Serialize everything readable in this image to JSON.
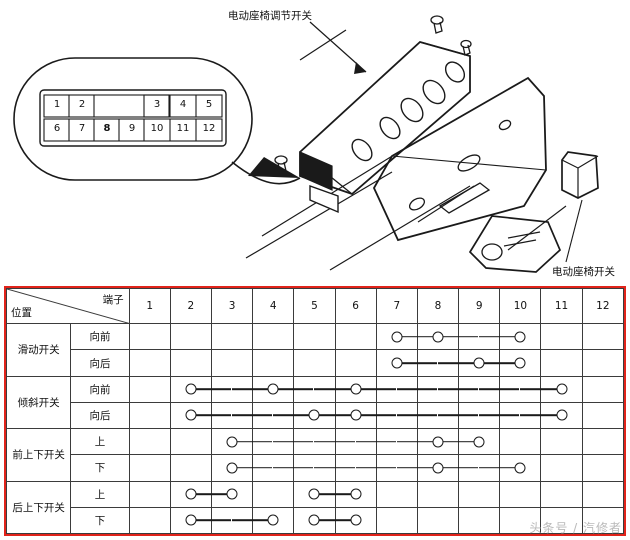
{
  "labels": {
    "seat_adjust_switch": "电动座椅调节开关",
    "seat_switch": "电动座椅开关"
  },
  "connector": {
    "name": "connector-pinout",
    "top_row": [
      "1",
      "2",
      "3",
      "4",
      "5"
    ],
    "bottom_row": [
      "6",
      "7",
      "8",
      "9",
      "10",
      "11",
      "12"
    ]
  },
  "table": {
    "header": {
      "position": "位置",
      "terminal": "端子",
      "columns": [
        "1",
        "2",
        "3",
        "4",
        "5",
        "6",
        "7",
        "8",
        "9",
        "10",
        "11",
        "12"
      ]
    },
    "groups": [
      {
        "name": "滑动开关",
        "rows": [
          {
            "label": "向前",
            "dots": [
              7,
              8,
              10
            ],
            "links": [
              [
                7,
                8
              ],
              [
                8,
                10
              ]
            ]
          },
          {
            "label": "向后",
            "dots": [
              7,
              9,
              10
            ],
            "links": [
              [
                7,
                9
              ],
              [
                9,
                10
              ]
            ]
          }
        ]
      },
      {
        "name": "倾斜开关",
        "rows": [
          {
            "label": "向前",
            "dots": [
              2,
              4,
              6,
              11
            ],
            "links": [
              [
                2,
                4
              ],
              [
                4,
                6
              ],
              [
                6,
                11
              ]
            ]
          },
          {
            "label": "向后",
            "dots": [
              2,
              5,
              6,
              11
            ],
            "links": [
              [
                2,
                5
              ],
              [
                5,
                6
              ],
              [
                6,
                11
              ]
            ]
          }
        ]
      },
      {
        "name": "前上下开关",
        "rows": [
          {
            "label": "上",
            "dots": [
              3,
              8,
              9
            ],
            "links": [
              [
                3,
                8
              ],
              [
                8,
                9
              ]
            ]
          },
          {
            "label": "下",
            "dots": [
              3,
              8,
              10
            ],
            "links": [
              [
                3,
                8
              ],
              [
                8,
                10
              ]
            ]
          }
        ]
      },
      {
        "name": "后上下开关",
        "rows": [
          {
            "label": "上",
            "dots": [
              2,
              3,
              5,
              6
            ],
            "links": [
              [
                2,
                3
              ],
              [
                5,
                6
              ]
            ]
          },
          {
            "label": "下",
            "dots": [
              2,
              4,
              5,
              6
            ],
            "links": [
              [
                2,
                4
              ],
              [
                5,
                6
              ]
            ]
          }
        ]
      }
    ]
  },
  "watermark": "头条号 / 汽修者",
  "colors": {
    "table_border": "#e1231a",
    "grid": "#3b3b3b",
    "ink": "#1a1a1a"
  }
}
